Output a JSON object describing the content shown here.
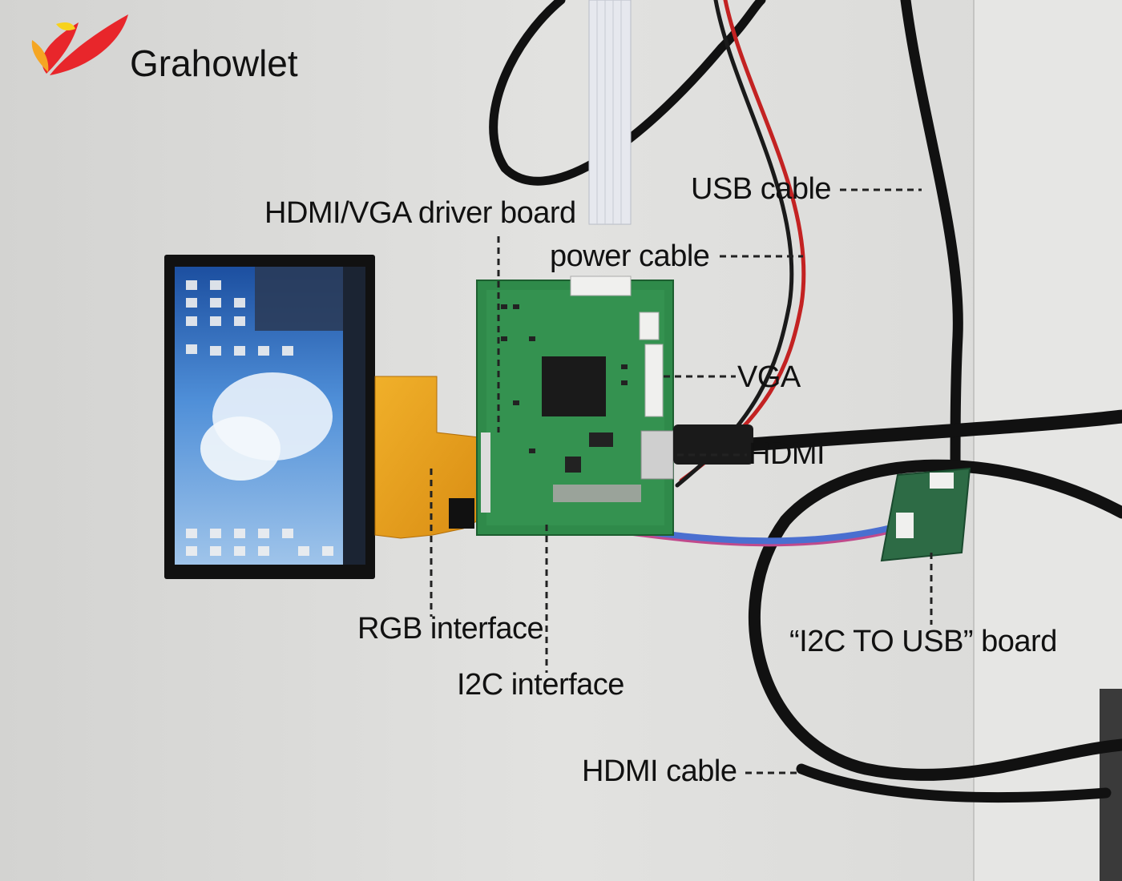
{
  "brand": {
    "name": "Grahowlet",
    "logo_icon": "flame-logo-icon",
    "logo_colors": [
      "#e8262b",
      "#f5a623",
      "#f7d21c"
    ]
  },
  "labels": {
    "hdmi_vga_driver_board": "HDMI/VGA driver board",
    "usb_cable": "USB cable",
    "power_cable": "power cable",
    "vga": "VGA",
    "hdmi": "HDMI",
    "rgb_interface": "RGB interface",
    "i2c_interface": "I2C interface",
    "i2c_to_usb_board": "“I2C TO USB” board",
    "hdmi_cable": "HDMI cable"
  }
}
